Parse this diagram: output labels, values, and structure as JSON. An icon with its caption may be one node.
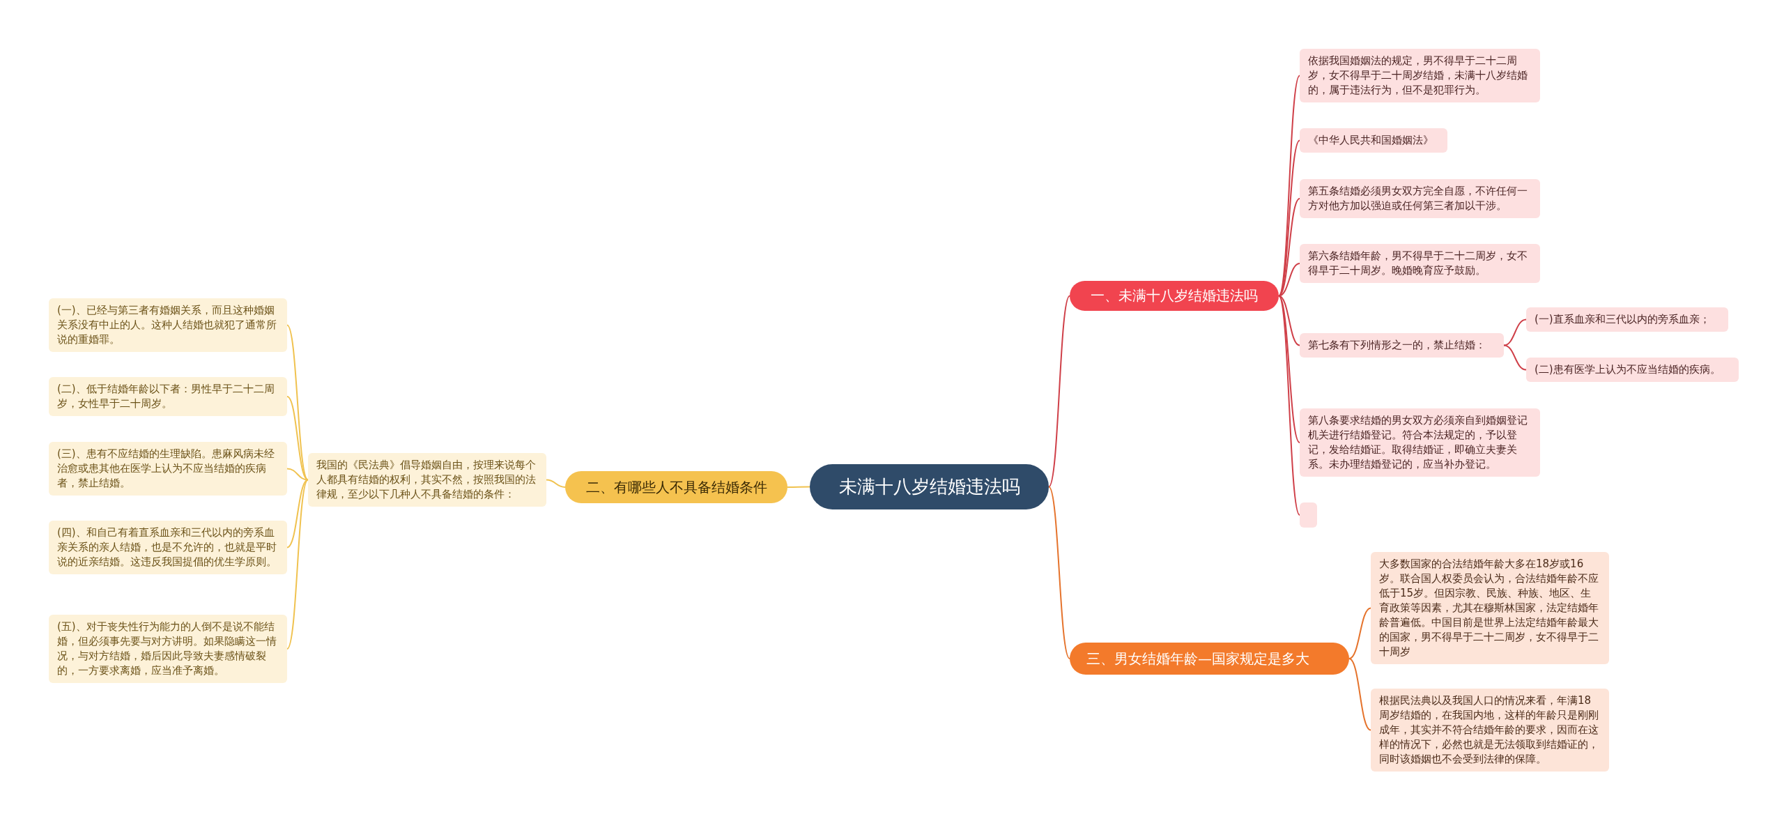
{
  "diagram": {
    "nodes": [
      {
        "text": [
          "未满十八岁结婚违法吗"
        ]
      },
      {
        "text": [
          "一、未满十八岁结婚违法吗"
        ]
      },
      {
        "text": [
          "依据我国婚姻法的规定，男不得早于二十二周岁，女不得早于二十周岁结婚，未满十八岁结婚的，属于违法行为，但不是犯罪行为。"
        ]
      },
      {
        "text": [
          "《中华人民共和国婚姻法》"
        ]
      },
      {
        "text": [
          "第五条结婚必须男女双方完全自愿，不许任何一方对他方加以强迫或任何第三者加以干涉。"
        ]
      },
      {
        "text": [
          "第六条结婚年龄，男不得早于二十二周岁，女不得早于二十周岁。晚婚晚育应予鼓励。"
        ]
      },
      {
        "text": [
          "第七条有下列情形之一的，禁止结婚："
        ]
      },
      {
        "text": [
          "(一)直系血亲和三代以内的旁系血亲；"
        ]
      },
      {
        "text": [
          "(二)患有医学上认为不应当结婚的疾病。"
        ]
      },
      {
        "text": [
          "第八条要求结婚的男女双方必须亲自到婚姻登记机关进行结婚登记。符合本法规定的，予以登记，发给结婚证。取得结婚证，即确立夫妻关系。未办理结婚登记的，应当补办登记。"
        ]
      },
      {
        "text": [],
        "shape": "box"
      },
      {
        "text": [
          "二、有哪些人不具备结婚条件"
        ]
      },
      {
        "text": [
          "我国的《民法典》倡导婚姻自由，按理来说每个人都具有结婚的权利，其实不然，按照我国的法律规，至少以下几种人不具备结婚的条件："
        ]
      },
      {
        "text": [
          "(一)、已经与第三者有婚姻关系，而且这种婚姻关系没有中止的人。这种人结婚也就犯了通常所说的重婚罪。"
        ]
      },
      {
        "text": [
          "(二)、低于结婚年龄以下者：男性早于二十二周岁，女性早于二十周岁。"
        ]
      },
      {
        "text": [
          "(三)、患有不应结婚的生理缺陷。患麻风病未经治愈或患其他在医学上认为不应当结婚的疾病者，禁止结婚。"
        ]
      },
      {
        "text": [
          "(四)、和自己有着直系血亲和三代以内的旁系血亲关系的亲人结婚，也是不允许的，也就是平时说的近亲结婚。这违反我国提倡的优生学原则。"
        ]
      },
      {
        "text": [
          "(五)、对于丧失性行为能力的人倒不是说不能结婚，但必须事先要与对方讲明。如果隐瞒这一情况，与对方结婚，婚后因此导致夫妻感情破裂的，一方要求离婚，应当准予离婚。"
        ]
      },
      {
        "text": [
          "三、男女结婚年龄—国家规定是多大"
        ]
      },
      {
        "text": [
          "大多数国家的合法结婚年龄大多在18岁或16岁。联合国人权委员会认为，合法结婚年龄不应低于15岁。但因宗教、民族、种族、地区、生育政策等因素，尤其在穆斯林国家，法定结婚年龄普遍低。中国目前是世界上法定结婚年龄最大的国家，男不得早于二十二周岁，女不得早于二十周岁"
        ]
      },
      {
        "text": [
          "根据民法典以及我国人口的情况来看，年满18周岁结婚的，在我国内地，这样的年龄只是刚刚成年，其实并不符合结婚年龄的要求，因而在这样的情况下，必然也就是无法领取到结婚证的，同时该婚姻也不会受到法律的保障。"
        ]
      }
    ],
    "edges": [
      {
        "from": 0,
        "to": 1,
        "arrow": "none"
      },
      {
        "from": 1,
        "to": 2,
        "arrow": "none"
      },
      {
        "from": 1,
        "to": 3,
        "arrow": "none"
      },
      {
        "from": 1,
        "to": 4,
        "arrow": "none"
      },
      {
        "from": 1,
        "to": 5,
        "arrow": "none"
      },
      {
        "from": 1,
        "to": 6,
        "arrow": "none"
      },
      {
        "from": 6,
        "to": 7,
        "arrow": "none"
      },
      {
        "from": 6,
        "to": 8,
        "arrow": "none"
      },
      {
        "from": 1,
        "to": 9,
        "arrow": "none"
      },
      {
        "from": 1,
        "to": 10,
        "arrow": "none"
      },
      {
        "from": 0,
        "to": 11,
        "arrow": "none",
        "color": "#f0c24f"
      },
      {
        "from": 11,
        "to": 12,
        "arrow": "none",
        "color": "#f0c24f"
      },
      {
        "from": 12,
        "to": 13,
        "arrow": "none",
        "color": "#f0c24f"
      },
      {
        "from": 12,
        "to": 14,
        "arrow": "none",
        "color": "#f0c24f"
      },
      {
        "from": 12,
        "to": 15,
        "arrow": "none",
        "color": "#f0c24f"
      },
      {
        "from": 12,
        "to": 16,
        "arrow": "none",
        "color": "#f0c24f"
      },
      {
        "from": 12,
        "to": 17,
        "arrow": "none",
        "color": "#f0c24f"
      },
      {
        "from": 0,
        "to": 18,
        "arrow": "none",
        "color": "#e5732c"
      },
      {
        "from": 18,
        "to": 19,
        "arrow": "none",
        "color": "#e5732c"
      },
      {
        "from": 18,
        "to": 20,
        "arrow": "none",
        "color": "#e5732c"
      }
    ]
  }
}
